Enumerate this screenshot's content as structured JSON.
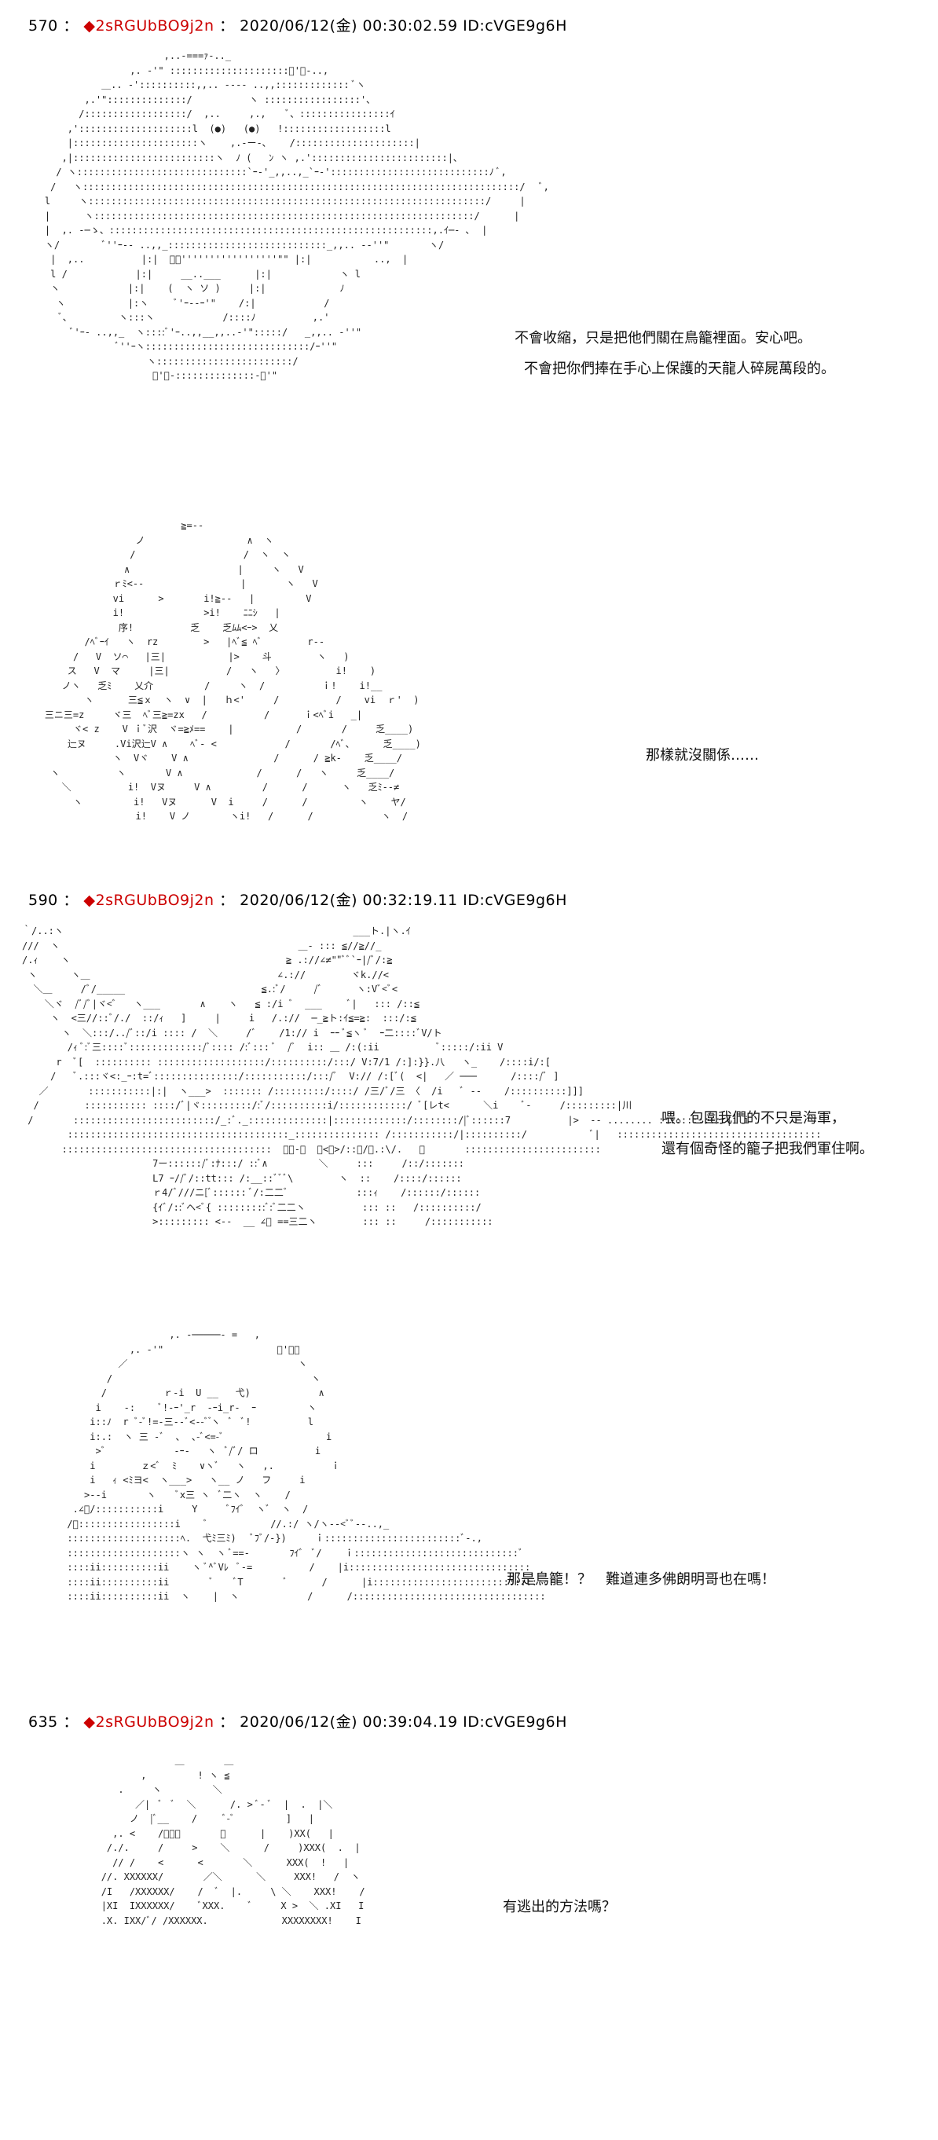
{
  "posts": [
    {
      "number": "570",
      "separator": "：",
      "name": "◆2sRGUbBO9j2n",
      "datetime": "2020/06/12(金) 00:30:02.59 ID:cVGE9g6H",
      "panels": [
        {
          "lines": [
            "不會收縮，只是把他們關在鳥籠裡面。安心吧。",
            "不會把你們捧在手心上保護的天龍人碎屍萬段的。"
          ]
        },
        {
          "lines": [
            "那樣就沒關係……"
          ]
        }
      ]
    },
    {
      "number": "590",
      "separator": "：",
      "name": "◆2sRGUbBO9j2n",
      "datetime": "2020/06/12(金) 00:32:19.11 ID:cVGE9g6H",
      "panels": [
        {
          "lines": [
            "喂。包圍我們的不只是海軍，",
            "還有個奇怪的籠子把我們軍住啊。"
          ]
        },
        {
          "lines": [
            "那是鳥籠！？　難道連多佛朗明哥也在嗎！"
          ]
        }
      ]
    },
    {
      "number": "635",
      "separator": "：",
      "name": "◆2sRGUbBO9j2n",
      "datetime": "2020/06/12(金) 00:39:04.19 ID:cVGE9g6H",
      "panels": [
        {
          "lines": [
            "有逃出的方法嗎？"
          ]
        }
      ]
    }
  ],
  "colors": {
    "name_red": "#cc0000",
    "text": "#000000",
    "art": "#222222",
    "background": "#ffffff"
  }
}
